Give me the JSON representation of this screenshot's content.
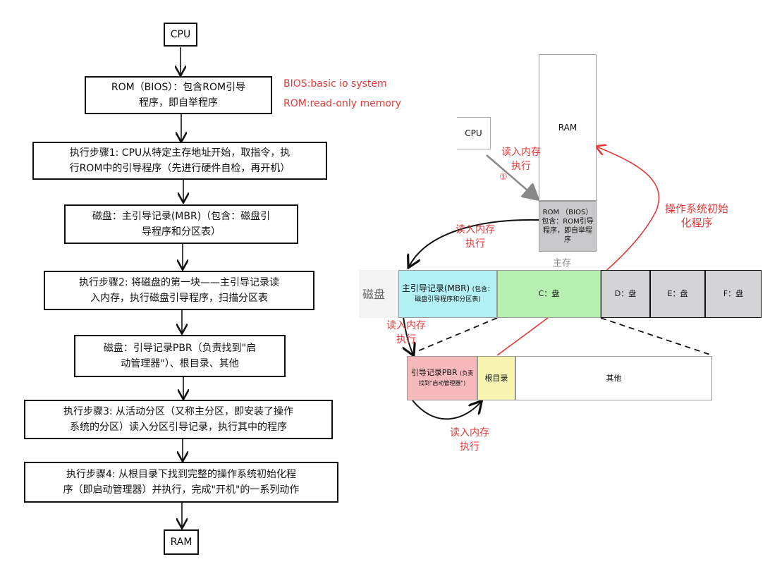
{
  "flow": {
    "cpu": "CPU",
    "rom_line1": "ROM（BIOS）：包含ROM引导",
    "rom_line2": "程序，即自举程序",
    "step1_line1": "执行步骤1: CPU从特定主存地址开始，取指令，执",
    "step1_line2": "行ROM中的引导程序（先进行硬件自检，再开机）",
    "mbr_line1": "磁盘：主引导记录(MBR)（包含：磁盘引",
    "mbr_line2": "导程序和分区表）",
    "step2_line1": "执行步骤2: 将磁盘的第一块——主引导记录读",
    "step2_line2": "入内存，执行磁盘引导程序，扫描分区表",
    "pbr_line1": "磁盘：引导记录PBR（负责找到\"启",
    "pbr_line2": "动管理器\"）、根目录、其他",
    "step3_line1": "执行步骤3: 从活动分区（又称主分区，即安装了操作",
    "step3_line2": "系统的分区）读入分区引导记录，执行其中的程序",
    "step4_line1": "执行步骤4: 从根目录下找到完整的操作系统初始化程",
    "step4_line2": "序（即启动管理器）并执行，完成\"开机\"的一系列动作",
    "ram": "RAM"
  },
  "notes": {
    "bios": "BIOS:basic io system",
    "rom": "ROM:read-only memory"
  },
  "memory": {
    "cpu": "CPU",
    "ram": "RAM",
    "rom_l1": "ROM （BIOS）",
    "rom_l2": "包含：ROM引导",
    "rom_l3": "程序，即自举程",
    "rom_l4": "序",
    "main_memory": "主存",
    "circle_one": "①"
  },
  "disk": {
    "label": "磁盘",
    "mbr_main": "主引导记录(MBR)",
    "mbr_small": "(包含：",
    "mbr_l2": "磁盘引导程序和分区表)",
    "c": "C：盘",
    "d": "D：盘",
    "e": "E：盘",
    "f": "F：盘"
  },
  "partition": {
    "pbr_main": "引导记录PBR",
    "pbr_small": "(负责",
    "pbr_l2": "找到\"启动管理器\")",
    "root": "根目录",
    "other": "其他"
  },
  "annotations": {
    "read1_l1": "读入内存",
    "read1_l2": "执行",
    "read2_l1": "读入内存",
    "read2_l2": "执行",
    "read3_l1": "读入内存",
    "read3_l2": "执行",
    "read4_l1": "读入内存",
    "read4_l2": "执行",
    "os_init_l1": "操作系统初始",
    "os_init_l2": "化程序"
  },
  "colors": {
    "mbr": "#b3f0f5",
    "c_drive": "#b5f0b1",
    "other_drives": "#d4d4d6",
    "rom": "#c9c9cb",
    "pbr": "#f8b9bd",
    "root": "#f7f3b0",
    "annotation": "#e03a3a"
  }
}
